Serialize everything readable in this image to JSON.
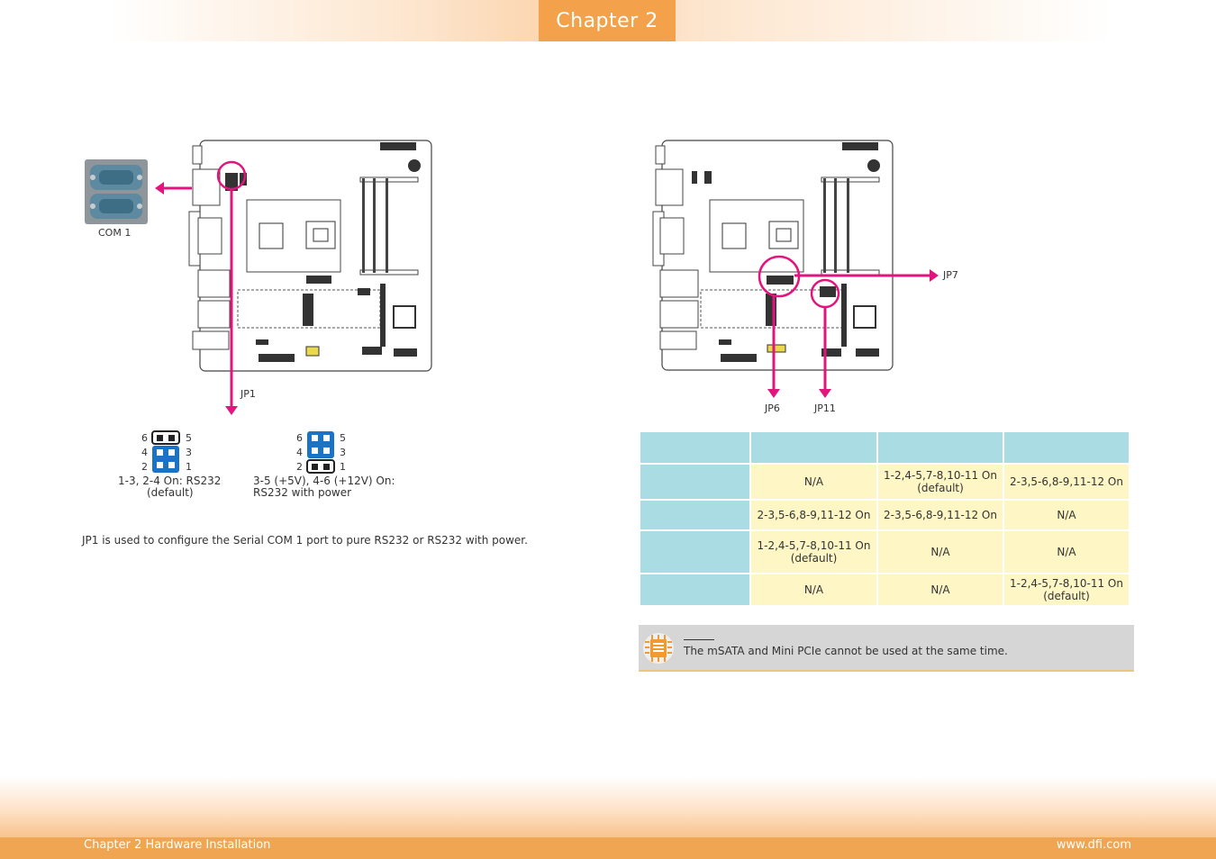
{
  "header": {
    "chapter_tab": "Chapter 2"
  },
  "footer": {
    "left": "Chapter 2 Hardware Installation",
    "right": "www.dfi.com"
  },
  "left_figure": {
    "com_label": "COM 1",
    "jumper_label": "JP1"
  },
  "jumper_settings": [
    {
      "pins_left": [
        "6",
        "4",
        "2"
      ],
      "pins_right": [
        "5",
        "3",
        "1"
      ],
      "caption_line1": "1-3, 2-4 On: RS232",
      "caption_line2": "(default)"
    },
    {
      "pins_left": [
        "6",
        "4",
        "2"
      ],
      "pins_right": [
        "5",
        "3",
        "1"
      ],
      "caption_line1": "3-5 (+5V), 4-6 (+12V) On:",
      "caption_line2": "RS232 with power"
    }
  ],
  "description": "JP1 is used to configure the Serial COM 1 port to pure RS232 or RS232 with power.",
  "right_figure": {
    "label_jp7": "JP7",
    "label_jp6": "JP6",
    "label_jp11": "JP11"
  },
  "table": {
    "rows": [
      [
        "N/A",
        "1-2,4-5,7-8,10-11 On|(default)",
        "2-3,5-6,8-9,11-12 On"
      ],
      [
        "2-3,5-6,8-9,11-12 On",
        "2-3,5-6,8-9,11-12 On",
        "N/A"
      ],
      [
        "1-2,4-5,7-8,10-11 On|(default)",
        "N/A",
        "N/A"
      ],
      [
        "N/A",
        "N/A",
        "1-2,4-5,7-8,10-11 On|(default)"
      ]
    ]
  },
  "note": {
    "text": "The mSATA and Mini PCIe cannot be used at the same time."
  },
  "colors": {
    "accent_orange": "#f3a24b",
    "pointer_magenta": "#e0157e",
    "table_header": "#a9dde3",
    "table_cell": "#fef6c4",
    "jumper_blue": "#1a73c5"
  }
}
